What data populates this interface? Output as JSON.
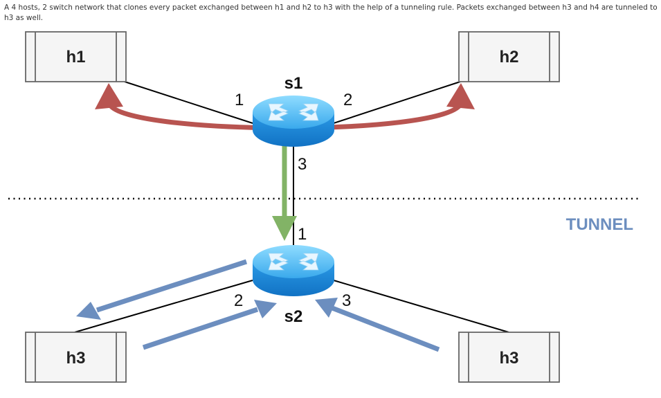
{
  "caption": "A 4 hosts, 2 switch network that clones every packet exchanged between h1 and h2 to h3 with the help of a tunneling rule. Packets exchanged between h3 and h4 are tunneled to h3 as well.",
  "hosts": {
    "h1": "h1",
    "h2": "h2",
    "h3_left": "h3",
    "h3_right": "h3"
  },
  "switches": {
    "s1": "s1",
    "s2": "s2"
  },
  "ports": {
    "s1_p1": "1",
    "s1_p2": "2",
    "s1_p3": "3",
    "s2_p1": "1",
    "s2_p2": "2",
    "s2_p3": "3"
  },
  "tunnel_label": "TUNNEL",
  "colors": {
    "red_arrow": "#b85450",
    "green_arrow": "#82b366",
    "blue_arrow": "#6c8ebf",
    "tunnel_text": "#6c8ebf",
    "switch_top": "#5cc3f5",
    "switch_side": "#1e88d8"
  }
}
